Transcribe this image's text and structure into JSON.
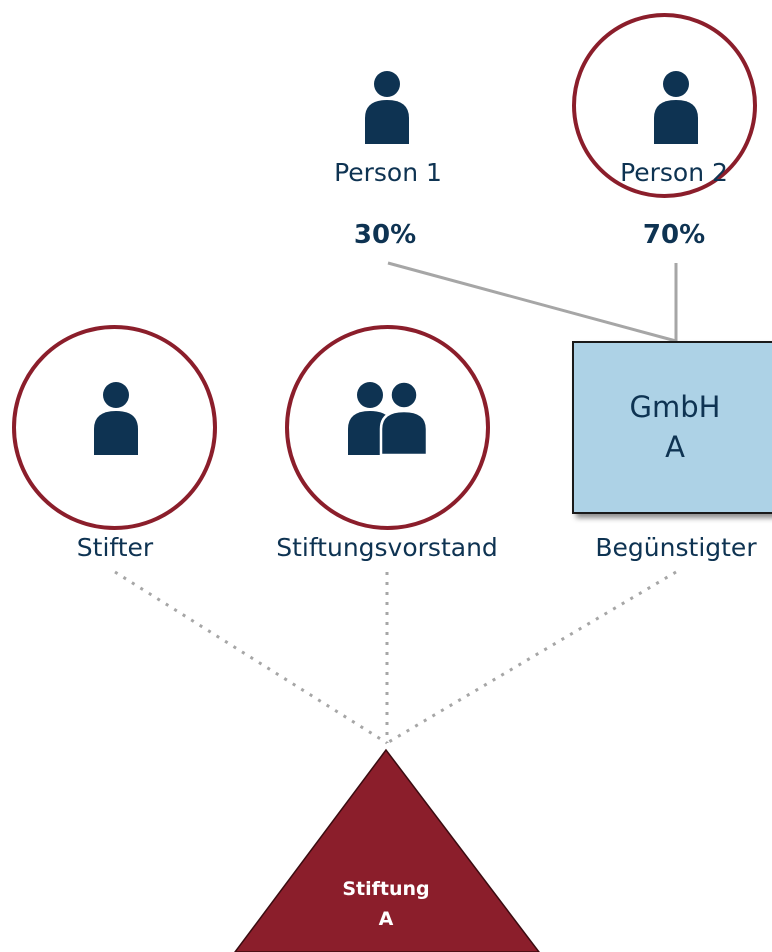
{
  "owners": [
    {
      "name": "Person 1",
      "share": "30%",
      "highlighted": false
    },
    {
      "name": "Person 2",
      "share": "70%",
      "highlighted": true
    }
  ],
  "company": {
    "line1": "GmbH",
    "line2": "A",
    "fill": "#add2e6"
  },
  "roles": [
    {
      "label": "Stifter",
      "icon": "person-icon",
      "highlighted": true
    },
    {
      "label": "Stiftungsvorstand",
      "icon": "group-icon",
      "highlighted": true
    },
    {
      "label": "Begünstigter",
      "icon": "none",
      "highlighted": false
    }
  ],
  "foundation": {
    "line1": "Stiftung",
    "line2": "A",
    "fill": "#8b1e2b"
  },
  "colors": {
    "accent": "#8b1e2b",
    "icon": "#0e3352"
  }
}
